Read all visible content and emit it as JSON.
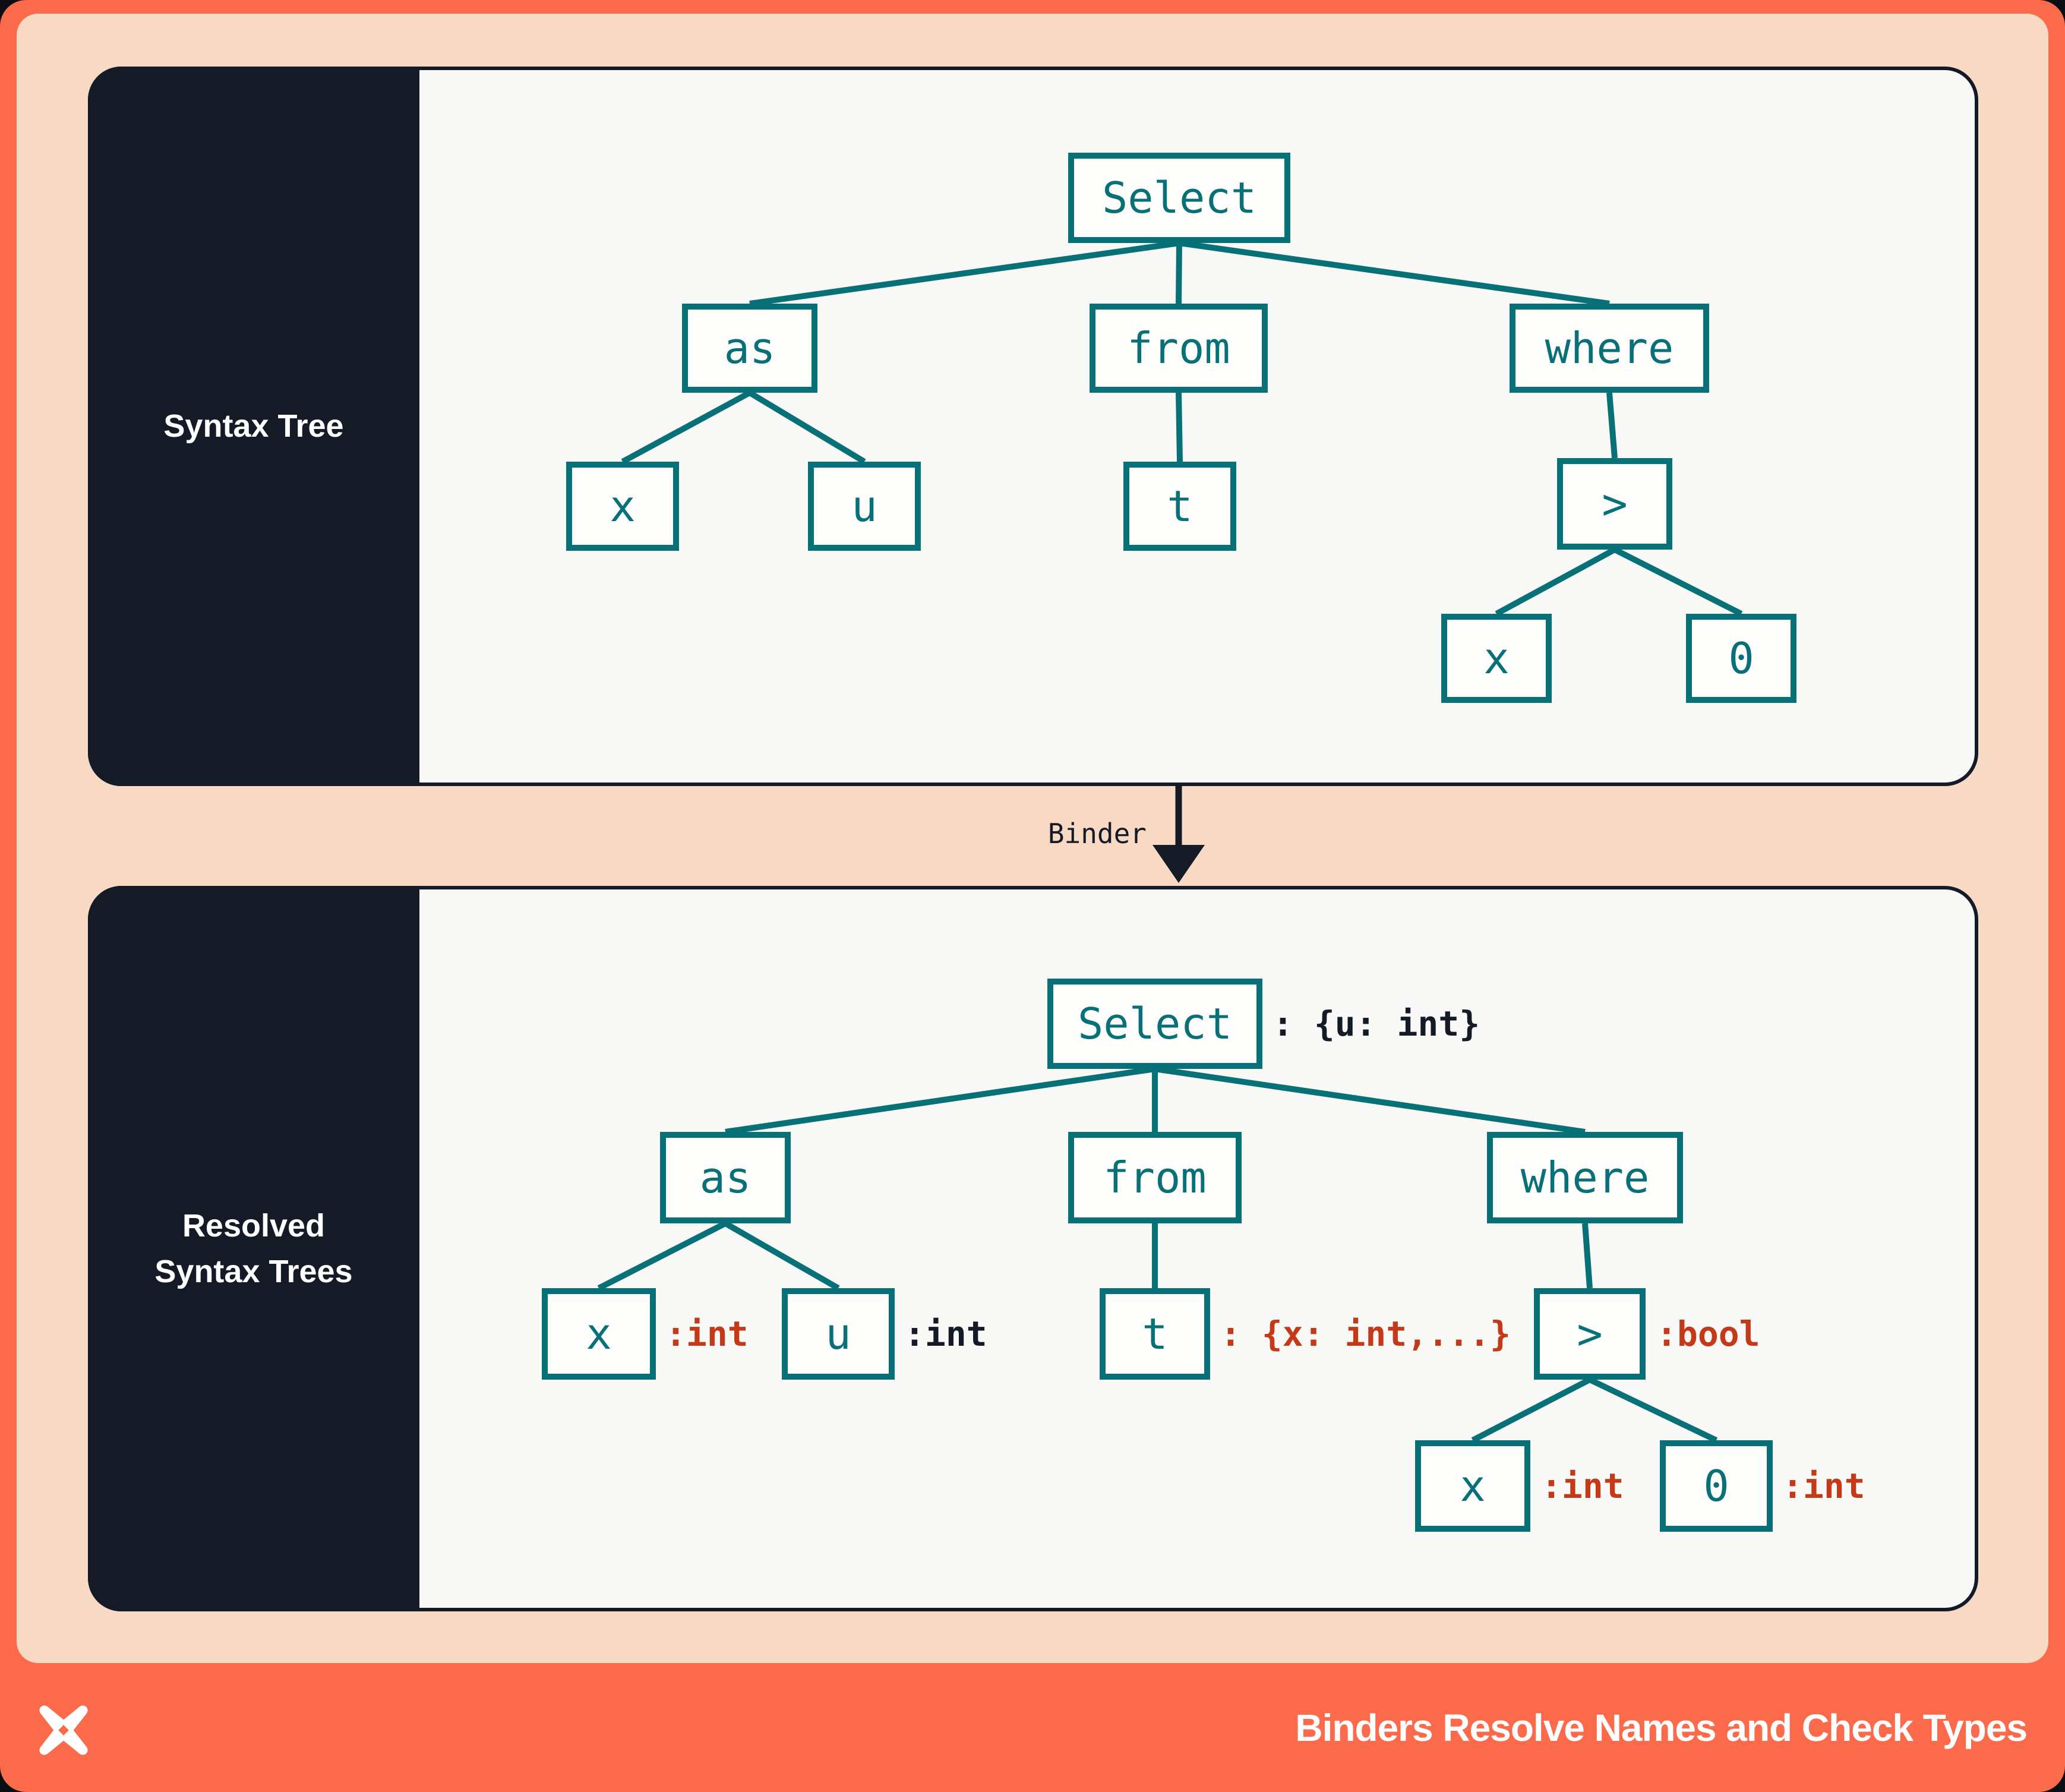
{
  "colors": {
    "coral": "#fb6a4b",
    "peach": "#f8dac4",
    "navy": "#141b27",
    "teal": "#087077",
    "red": "#c43a18",
    "panel": "#f8f8f7",
    "white": "#ffffff"
  },
  "top_panel": {
    "label": "Syntax Tree",
    "nodes": {
      "select": "Select",
      "as": "as",
      "from": "from",
      "where": "where",
      "x": "x",
      "u": "u",
      "t": "t",
      "gt": ">",
      "x2": "x",
      "zero": "0"
    }
  },
  "binder": {
    "label": "Binder"
  },
  "bottom_panel": {
    "label_line1": "Resolved",
    "label_line2": "Syntax Trees",
    "nodes": {
      "select": "Select",
      "as": "as",
      "from": "from",
      "where": "where",
      "x": "x",
      "u": "u",
      "t": "t",
      "gt": ">",
      "x2": "x",
      "zero": "0"
    },
    "annotations": {
      "select": ": {u: int}",
      "x": ":int",
      "u": ":int",
      "t": ": {x: int,...}",
      "gt": ":bool",
      "x2": ":int",
      "zero": ":int"
    }
  },
  "footer": {
    "caption": "Binders Resolve Names and Check Types"
  }
}
